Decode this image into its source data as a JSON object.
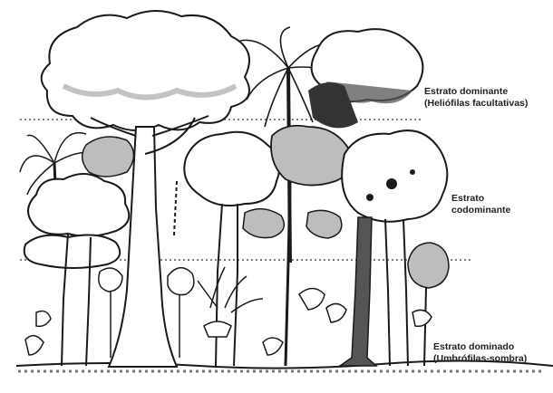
{
  "strata": {
    "dominant": {
      "line1": "Estrato dominante",
      "line2": "(Heliófilas facultativas)"
    },
    "codominant": {
      "line1": "Estrato",
      "line2": "codominante"
    },
    "dominated": {
      "line1": "Estrato dominado",
      "line2": "(Umbrófilas-sombra)"
    }
  },
  "colors": {
    "ink": "#1a1a1a",
    "background": "#ffffff",
    "shade": "#bdbdbd",
    "dark_shade": "#555555"
  }
}
